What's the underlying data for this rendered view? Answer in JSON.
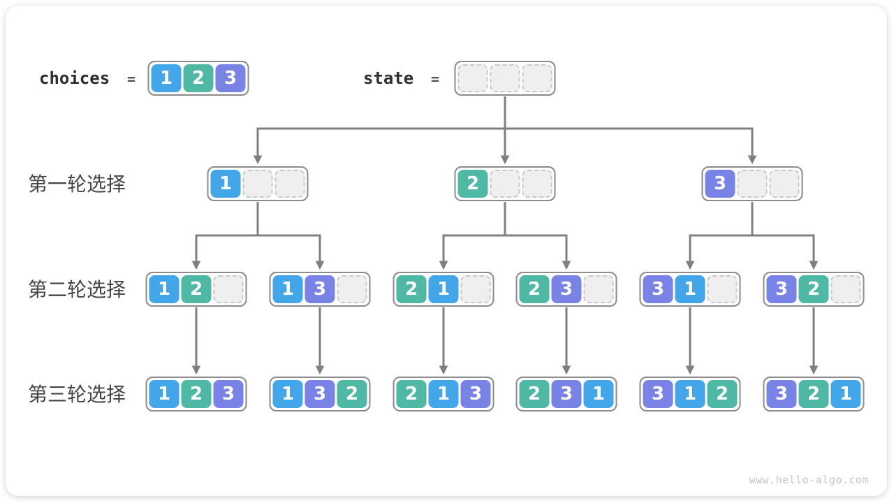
{
  "title_row": {
    "choices_label": "choices",
    "choices_equals": "=",
    "choices_values": [
      1,
      2,
      3
    ],
    "state_label": "state",
    "state_equals": "=",
    "state_values": [
      null,
      null,
      null
    ]
  },
  "rows": [
    {
      "label": "第一轮选择",
      "nodes": [
        [
          1,
          null,
          null
        ],
        [
          2,
          null,
          null
        ],
        [
          3,
          null,
          null
        ]
      ]
    },
    {
      "label": "第二轮选择",
      "nodes": [
        [
          1,
          2,
          null
        ],
        [
          1,
          3,
          null
        ],
        [
          2,
          1,
          null
        ],
        [
          2,
          3,
          null
        ],
        [
          3,
          1,
          null
        ],
        [
          3,
          2,
          null
        ]
      ]
    },
    {
      "label": "第三轮选择",
      "nodes": [
        [
          1,
          2,
          3
        ],
        [
          1,
          3,
          2
        ],
        [
          2,
          1,
          3
        ],
        [
          2,
          3,
          1
        ],
        [
          3,
          1,
          2
        ],
        [
          3,
          2,
          1
        ]
      ]
    }
  ],
  "colors": {
    "value_1": "#43A6E9",
    "value_2": "#4EB8A5",
    "value_3": "#7983E5",
    "connector": "#7f7f7f",
    "node_border": "#8b8b8b",
    "empty_fill": "#efefef",
    "empty_border": "#c9c9c9"
  },
  "watermark": "www.hello-algo.com"
}
